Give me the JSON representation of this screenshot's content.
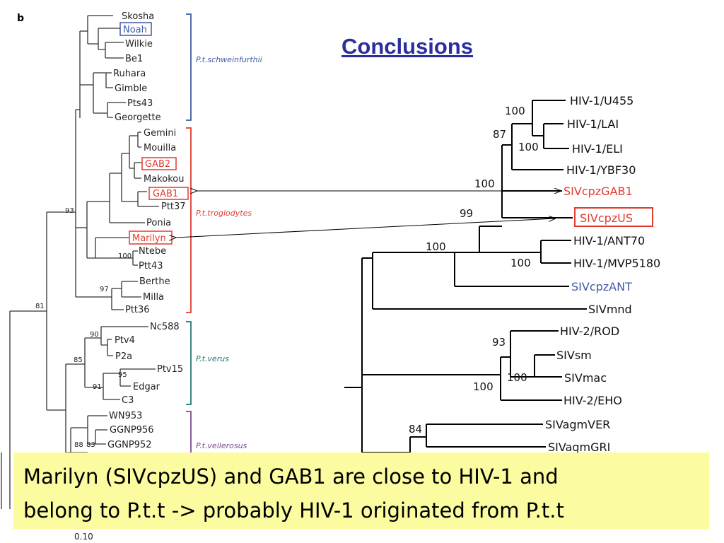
{
  "slide": {
    "title": "Conclusions",
    "panel_label": "b",
    "caption_line1": "Marilyn (SIVcpzUS) and GAB1 are close to HIV-1 and",
    "caption_line2": "belong to P.t.t -> probably HIV-1 originated from P.t.t"
  },
  "colors": {
    "blue": "#3f5aa8",
    "red": "#e23b2e",
    "teal": "#1f7a73",
    "purple": "#7d4a95",
    "title": "#2b2f9e",
    "caption_bg": "#fbfba0"
  },
  "left_tree": {
    "scale_label": "0.10",
    "taxa": [
      "Skosha",
      "Noah",
      "Wilkie",
      "Be1",
      "Ruhara",
      "Gimble",
      "Pts43",
      "Georgette",
      "Gemini",
      "Mouilla",
      "GAB2",
      "Makokou",
      "GAB1",
      "Ptt37",
      "Ponia",
      "Marilyn",
      "Ntebe",
      "Ptt43",
      "Berthe",
      "Milla",
      "Ptt36",
      "Nc588",
      "Ptv4",
      "P2a",
      "Ptv15",
      "Edgar",
      "C3",
      "WN953",
      "GGNP956",
      "GGNP952"
    ],
    "bootstrap": [
      "93",
      "100",
      "97",
      "81",
      "90",
      "85",
      "95",
      "91",
      "88",
      "83"
    ],
    "groups": [
      {
        "name": "P.t.schweinfurthii",
        "color": "#3f5aa8"
      },
      {
        "name": "P.t.troglodytes",
        "color": "#e23b2e"
      },
      {
        "name": "P.t.verus",
        "color": "#1f7a73"
      },
      {
        "name": "P.t.vellerosus",
        "color": "#7d4a95"
      }
    ]
  },
  "right_tree": {
    "taxa": [
      "HIV-1/U455",
      "HIV-1/LAI",
      "HIV-1/ELI",
      "HIV-1/YBF30",
      "SIVcpzGAB1",
      "SIVcpzUS",
      "HIV-1/ANT70",
      "HIV-1/MVP5180",
      "SIVcpzANT",
      "SIVmnd",
      "HIV-2/ROD",
      "SIVsm",
      "SIVmac",
      "HIV-2/EHO",
      "SIVagmVER",
      "SIVagmGRI"
    ],
    "bootstrap": [
      "100",
      "87",
      "100",
      "100",
      "99",
      "100",
      "100",
      "93",
      "100",
      "100",
      "84"
    ]
  }
}
